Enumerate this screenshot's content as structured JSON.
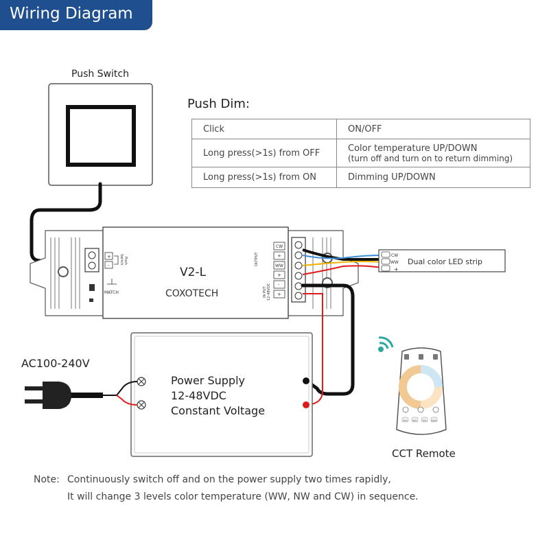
{
  "header": {
    "title": "Wiring Diagram",
    "color": "#1f4f8e"
  },
  "push_switch": {
    "label": "Push Switch"
  },
  "push_dim": {
    "title": "Push Dim:",
    "rows": [
      {
        "action": "Click",
        "result": "ON/OFF",
        "result_note": ""
      },
      {
        "action": "Long press(>1s) from OFF",
        "result": "Color temperature UP/DOWN",
        "result_note": "(turn off and turn on to return dimming)"
      },
      {
        "action": "Long press(>1s) from ON",
        "result": "Dimming UP/DOWN",
        "result_note": ""
      }
    ]
  },
  "controller": {
    "model": "V2-L",
    "brand": "COXOTECH",
    "switch_terminal": {
      "plus": "+",
      "minus": "-",
      "label_1": "Switch",
      "label_2": "Push"
    },
    "match_label": "MATCH",
    "output_label": "OUTPUT",
    "output_terminals": [
      "CW",
      "+",
      "WW",
      "+"
    ],
    "input_label_1": "IN PUT",
    "input_label_2": "12-48VDC",
    "input_terminals": [
      "-",
      "+"
    ]
  },
  "led_strip": {
    "label": "Dual color LED strip",
    "terminals": [
      "CW",
      "WW",
      "+"
    ]
  },
  "power_supply": {
    "line1": "Power Supply",
    "line2": "12-48VDC",
    "line3": "Constant Voltage"
  },
  "ac_input": {
    "label": "AC100-240V"
  },
  "remote": {
    "label": "CCT Remote",
    "wifi_color": "#2aa7a0",
    "buttons": [
      "25%",
      "50%",
      "75%",
      "100%"
    ]
  },
  "note": {
    "prefix": "Note:",
    "line1": "Continuously switch off and on the power supply two times rapidly,",
    "line2": "It will change 3 levels color temperature (WW, NW and CW) in sequence."
  },
  "wire_colors": {
    "black": "#111111",
    "red": "#e01b1b",
    "blue": "#3f8fd6",
    "yellow": "#f0b400"
  }
}
